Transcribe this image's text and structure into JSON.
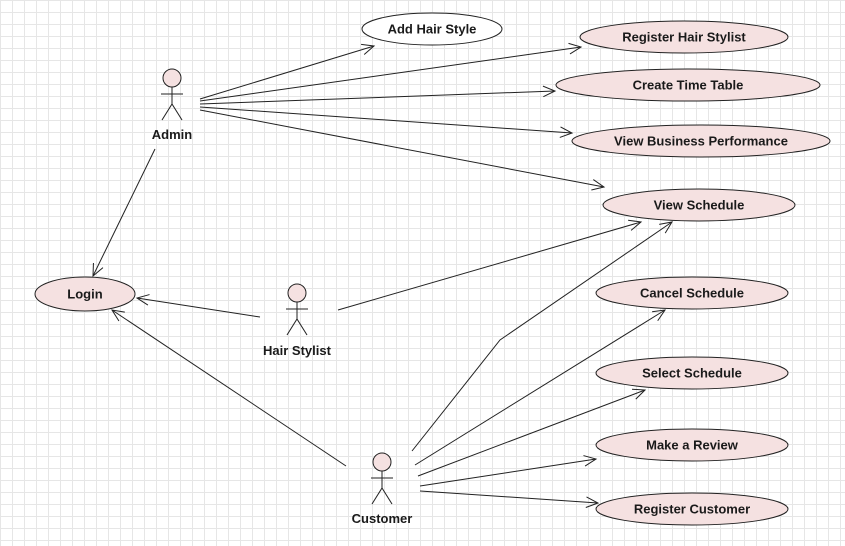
{
  "diagram": {
    "colors": {
      "use_case_fill": "#f5e1e1",
      "use_case_plain_fill": "#ffffff",
      "actor_head_fill": "#f5e1e1",
      "line": "#222222",
      "grid": "#e6e6e6"
    },
    "actors": [
      {
        "id": "admin",
        "label": "Admin"
      },
      {
        "id": "hair_stylist",
        "label": "Hair Stylist"
      },
      {
        "id": "customer",
        "label": "Customer"
      }
    ],
    "use_cases": [
      {
        "id": "add_hair_style",
        "label": "Add Hair Style",
        "style": "plain"
      },
      {
        "id": "register_hair_stylist",
        "label": "Register Hair Stylist",
        "style": "filled"
      },
      {
        "id": "create_time_table",
        "label": "Create Time Table",
        "style": "filled"
      },
      {
        "id": "view_business_performance",
        "label": "View Business Performance",
        "style": "filled"
      },
      {
        "id": "view_schedule",
        "label": "View Schedule",
        "style": "filled"
      },
      {
        "id": "login",
        "label": "Login",
        "style": "filled"
      },
      {
        "id": "cancel_schedule",
        "label": "Cancel Schedule",
        "style": "filled"
      },
      {
        "id": "select_schedule",
        "label": "Select Schedule",
        "style": "filled"
      },
      {
        "id": "make_a_review",
        "label": "Make a Review",
        "style": "filled"
      },
      {
        "id": "register_customer",
        "label": "Register Customer",
        "style": "filled"
      }
    ],
    "associations": [
      {
        "from": "admin",
        "to": "add_hair_style"
      },
      {
        "from": "admin",
        "to": "register_hair_stylist"
      },
      {
        "from": "admin",
        "to": "create_time_table"
      },
      {
        "from": "admin",
        "to": "view_business_performance"
      },
      {
        "from": "admin",
        "to": "view_schedule"
      },
      {
        "from": "admin",
        "to": "login"
      },
      {
        "from": "hair_stylist",
        "to": "login"
      },
      {
        "from": "hair_stylist",
        "to": "view_schedule"
      },
      {
        "from": "customer",
        "to": "login"
      },
      {
        "from": "customer",
        "to": "view_schedule"
      },
      {
        "from": "customer",
        "to": "cancel_schedule"
      },
      {
        "from": "customer",
        "to": "select_schedule"
      },
      {
        "from": "customer",
        "to": "make_a_review"
      },
      {
        "from": "customer",
        "to": "register_customer"
      }
    ]
  }
}
